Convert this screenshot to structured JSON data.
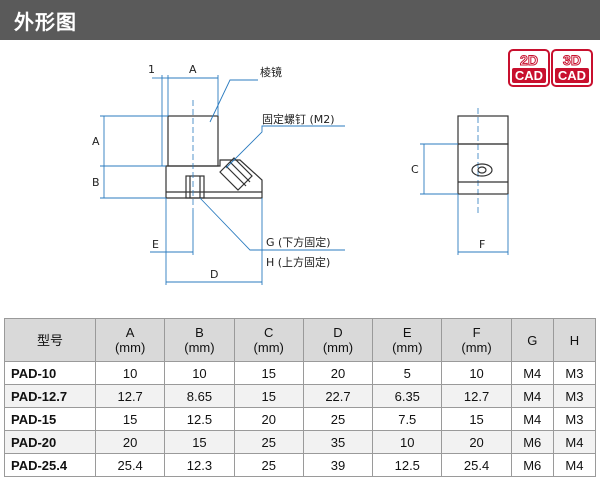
{
  "page": {
    "title": "外形图"
  },
  "badges": [
    {
      "dim": "2D",
      "label": "CAD"
    },
    {
      "dim": "3D",
      "label": "CAD"
    }
  ],
  "drawing": {
    "labels": {
      "one": "1",
      "a_top": "A",
      "a_side": "A",
      "b": "B",
      "c": "C",
      "d": "D",
      "e": "E",
      "f": "F",
      "bevel": "棱镜",
      "screw": "固定螺钉 (M2)",
      "g_mount": "G (下方固定)",
      "h_mount": "H (上方固定)"
    },
    "colors": {
      "dimension": "#2b7bbf",
      "outline": "#333333"
    }
  },
  "table": {
    "headers": [
      {
        "top": "型号",
        "unit": ""
      },
      {
        "top": "A",
        "unit": "(mm)"
      },
      {
        "top": "B",
        "unit": "(mm)"
      },
      {
        "top": "C",
        "unit": "(mm)"
      },
      {
        "top": "D",
        "unit": "(mm)"
      },
      {
        "top": "E",
        "unit": "(mm)"
      },
      {
        "top": "F",
        "unit": "(mm)"
      },
      {
        "top": "G",
        "unit": ""
      },
      {
        "top": "H",
        "unit": ""
      }
    ],
    "rows": [
      [
        "PAD-10",
        "10",
        "10",
        "15",
        "20",
        "5",
        "10",
        "M4",
        "M3"
      ],
      [
        "PAD-12.7",
        "12.7",
        "8.65",
        "15",
        "22.7",
        "6.35",
        "12.7",
        "M4",
        "M3"
      ],
      [
        "PAD-15",
        "15",
        "12.5",
        "20",
        "25",
        "7.5",
        "15",
        "M4",
        "M3"
      ],
      [
        "PAD-20",
        "20",
        "15",
        "25",
        "35",
        "10",
        "20",
        "M6",
        "M4"
      ],
      [
        "PAD-25.4",
        "25.4",
        "12.3",
        "25",
        "39",
        "12.5",
        "25.4",
        "M6",
        "M4"
      ]
    ]
  }
}
